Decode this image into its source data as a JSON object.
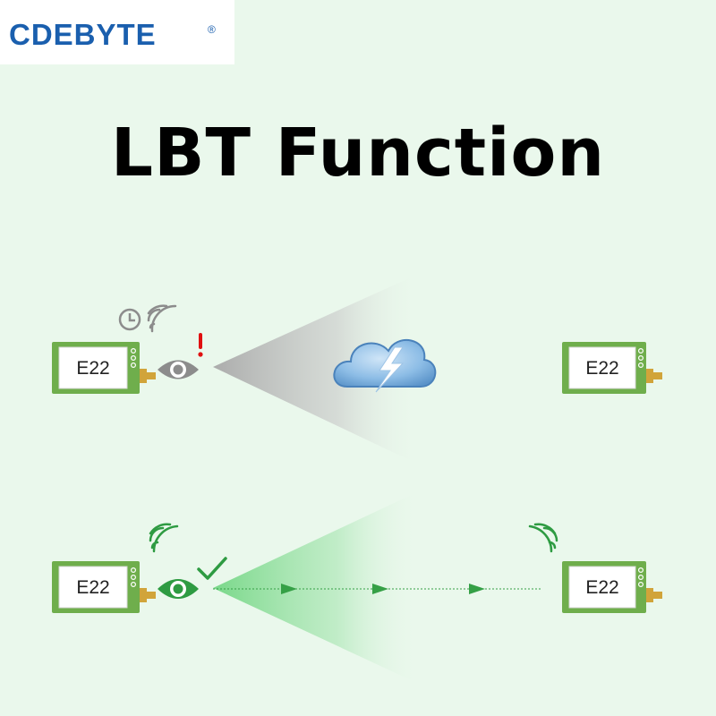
{
  "brand": {
    "name": "CDEBYTE",
    "registered": "®",
    "color": "#1a5fae"
  },
  "title": "LBT Function",
  "modules": {
    "label": "E22",
    "board_color": "#6fae4c",
    "antenna_color": "#d1a43a"
  },
  "scenario_busy": {
    "icons": [
      "clock-icon",
      "signal-icon",
      "eye-icon",
      "exclamation-icon",
      "cloud-lightning-icon"
    ],
    "eye_color": "#8c8c8c",
    "alert_color": "#e01010",
    "cone_color": "#a8a8a8",
    "cloud_color": "#6fa7d8"
  },
  "scenario_clear": {
    "icons": [
      "signal-icon",
      "eye-icon",
      "checkmark-icon",
      "arrow-icon"
    ],
    "eye_color": "#2e9b42",
    "check_color": "#2e9b42",
    "cone_color": "#6cd47e",
    "arrow_color": "#35a046"
  }
}
